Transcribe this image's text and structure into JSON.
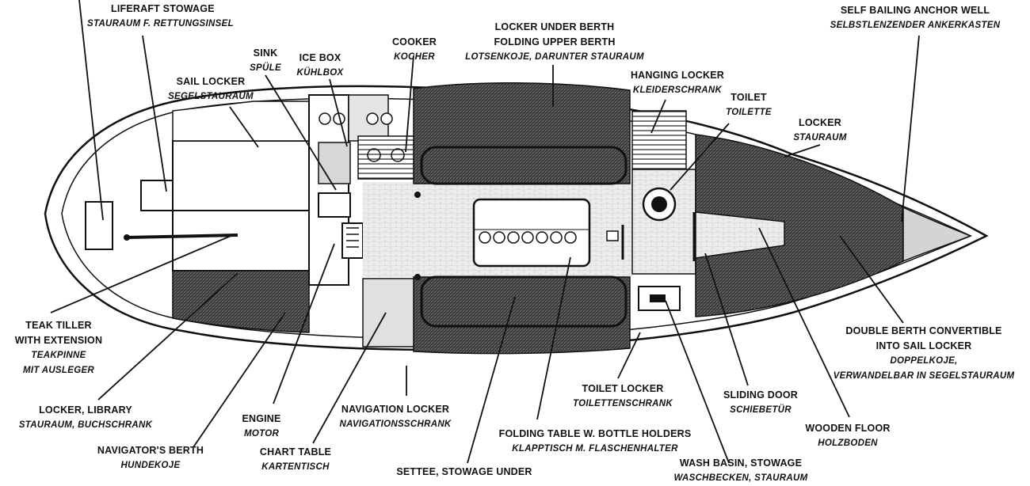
{
  "labels": {
    "liferaft": {
      "en": "LIFERAFT STOWAGE",
      "de": "STAURAUM F. RETTUNGSINSEL"
    },
    "sail_locker": {
      "en": "SAIL LOCKER",
      "de": "SEGELSTAURAUM"
    },
    "sink": {
      "en": "SINK",
      "de": "SPÜLE"
    },
    "ice_box": {
      "en": "ICE BOX",
      "de": "KÜHLBOX"
    },
    "cooker": {
      "en": "COOKER",
      "de": "KOCHER"
    },
    "locker_under_berth": {
      "en1": "LOCKER UNDER BERTH",
      "en2": "FOLDING UPPER BERTH",
      "de": "LOTSENKOJE, DARUNTER STAURAUM"
    },
    "hanging_locker": {
      "en": "HANGING LOCKER",
      "de": "KLEIDERSCHRANK"
    },
    "toilet": {
      "en": "TOILET",
      "de": "TOILETTE"
    },
    "anchor_well": {
      "en": "SELF BAILING ANCHOR WELL",
      "de": "SELBSTLENZENDER ANKERKASTEN"
    },
    "locker_bow": {
      "en": "LOCKER",
      "de": "STAURAUM"
    },
    "teak_tiller": {
      "en1": "TEAK TILLER",
      "en2": "WITH EXTENSION",
      "de1": "TEAKPINNE",
      "de2": "MIT AUSLEGER"
    },
    "locker_library": {
      "en": "LOCKER, LIBRARY",
      "de": "STAURAUM, BUCHSCHRANK"
    },
    "navigators_berth": {
      "en": "NAVIGATOR'S BERTH",
      "de": "HUNDEKOJE"
    },
    "engine": {
      "en": "ENGINE",
      "de": "MOTOR"
    },
    "chart_table": {
      "en": "CHART TABLE",
      "de": "KARTENTISCH"
    },
    "navigation_locker": {
      "en": "NAVIGATION LOCKER",
      "de": "NAVIGATIONSSCHRANK"
    },
    "settee": {
      "en": "SETTEE, STOWAGE UNDER"
    },
    "folding_table": {
      "en": "FOLDING TABLE W. BOTTLE HOLDERS",
      "de": "KLAPPTISCH M. FLASCHENHALTER"
    },
    "toilet_locker": {
      "en": "TOILET LOCKER",
      "de": "TOILETTENSCHRANK"
    },
    "wash_basin": {
      "en": "WASH BASIN, STOWAGE",
      "de": "WASCHBECKEN, STAURAUM"
    },
    "sliding_door": {
      "en": "SLIDING DOOR",
      "de": "SCHIEBETÜR"
    },
    "wooden_floor": {
      "en": "WOODEN FLOOR",
      "de": "HOLZBODEN"
    },
    "double_berth": {
      "en1": "DOUBLE BERTH CONVERTIBLE",
      "en2": "INTO SAIL LOCKER",
      "de1": "DOPPELKOJE,",
      "de2": "VERWANDELBAR IN SEGELSTAURAUM"
    }
  },
  "colors": {
    "ink": "#111111",
    "hatch": "#4a4a4a",
    "floor": "#e9e9e9",
    "background": "#ffffff"
  }
}
